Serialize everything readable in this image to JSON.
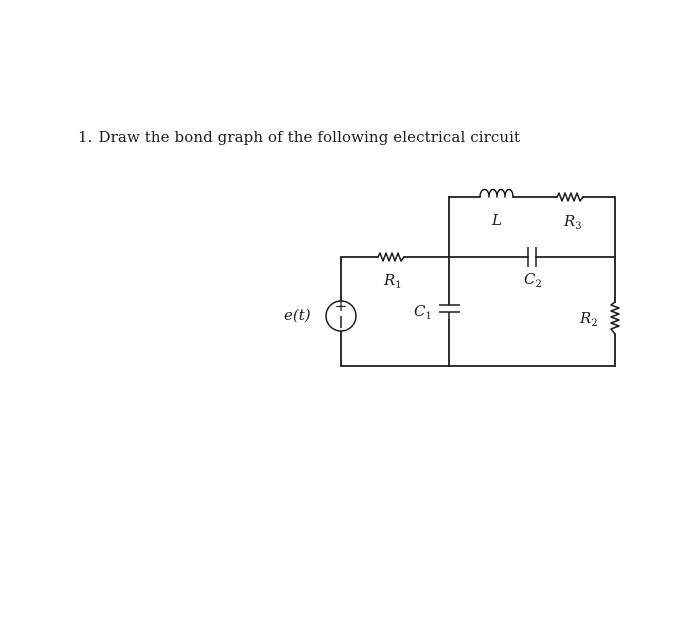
{
  "question": {
    "number": "1.",
    "text": "Draw the bond graph of the following electrical circuit"
  },
  "circuit": {
    "components": {
      "source": {
        "label": "e(t)",
        "polarity": "+"
      },
      "R1": {
        "symbol": "R",
        "subscript": "1"
      },
      "C1": {
        "symbol": "C",
        "subscript": "1"
      },
      "L": {
        "symbol": "L"
      },
      "R3": {
        "symbol": "R",
        "subscript": "3"
      },
      "C2": {
        "symbol": "C",
        "subscript": "2"
      },
      "R2": {
        "symbol": "R",
        "subscript": "2"
      }
    }
  }
}
